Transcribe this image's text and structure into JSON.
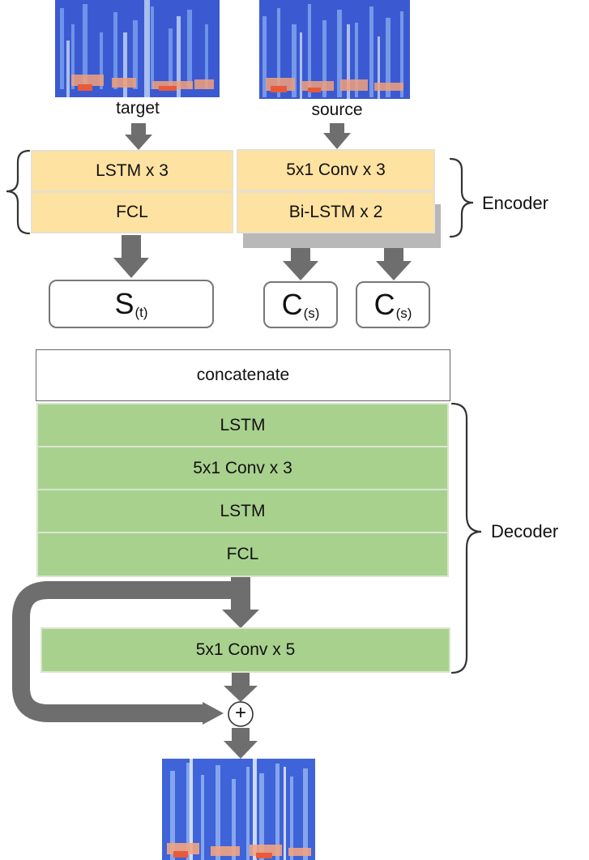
{
  "spectrograms": {
    "target_label": "target",
    "source_label": "source"
  },
  "encoder": {
    "label": "Encoder",
    "target_branch": [
      "LSTM x 3",
      "FCL"
    ],
    "source_branch": [
      "5x1 Conv x 3",
      "Bi-LSTM x 2"
    ],
    "outputs": {
      "speaker": {
        "main": "S",
        "sub": "(t)"
      },
      "content_a": {
        "main": "C",
        "sub": "(s)"
      },
      "content_b": {
        "main": "C",
        "sub": "(s)"
      }
    }
  },
  "decoder": {
    "label": "Decoder",
    "concat": "concatenate",
    "layers": [
      "LSTM",
      "5x1 Conv x 3",
      "LSTM",
      "FCL"
    ],
    "postnet": "5x1 Conv x 5",
    "add_symbol": "+"
  },
  "colors": {
    "encoder_fill": "#fde2a1",
    "decoder_fill": "#a9d18e",
    "arrow": "#6e6e6e",
    "spectrogram_base": "#3f5fd6"
  }
}
